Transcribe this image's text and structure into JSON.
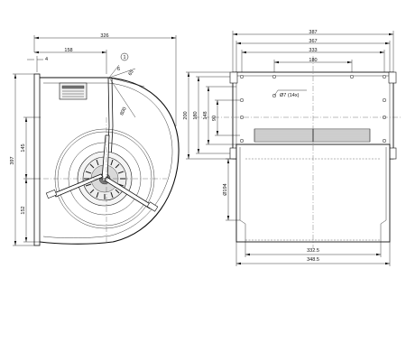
{
  "side_view": {
    "width_label": "326",
    "offset_label": "158",
    "flange_label": "4",
    "height_label": "397",
    "upper_label": "145",
    "lower_label": "152",
    "angle1_label": "6",
    "angle2_label": "65",
    "cable_label": "800",
    "callout_label": "1"
  },
  "front_view": {
    "outer_width_label": "387",
    "inner_width_label": "367",
    "hole_span_label": "333",
    "inner_hole_span_label": "180",
    "hole_label": "Ø7 (14x)",
    "height_200_label": "200",
    "height_180_label": "180",
    "height_148_label": "148",
    "height_90_label": "90",
    "diameter_label": "Ø194",
    "bottom_width_1_label": "332.5",
    "bottom_width_2_label": "348.5"
  }
}
